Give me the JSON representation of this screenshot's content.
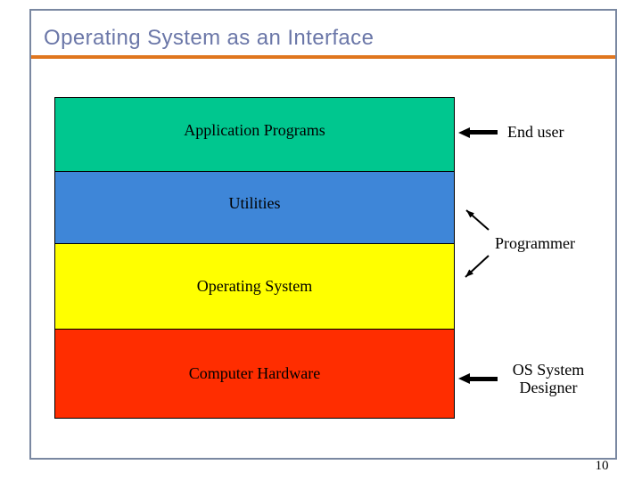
{
  "slide": {
    "title": "Operating System as an Interface",
    "page_number": "10"
  },
  "colors": {
    "title_text": "#6B77A8",
    "title_rule": "#E0761E",
    "slide_border": "#7A88A1",
    "layer_outline": "#000000",
    "arrow": "#000000"
  },
  "diagram": {
    "layers": [
      {
        "label": "Application Programs",
        "color": "#00C78F"
      },
      {
        "label": "Utilities",
        "color": "#3E86D8"
      },
      {
        "label": "Operating System",
        "color": "#FFFF00"
      },
      {
        "label": "Computer Hardware",
        "color": "#FF2D00"
      }
    ],
    "annotations": {
      "end_user": "End user",
      "programmer": "Programmer",
      "os_designer": "OS System Designer"
    }
  }
}
